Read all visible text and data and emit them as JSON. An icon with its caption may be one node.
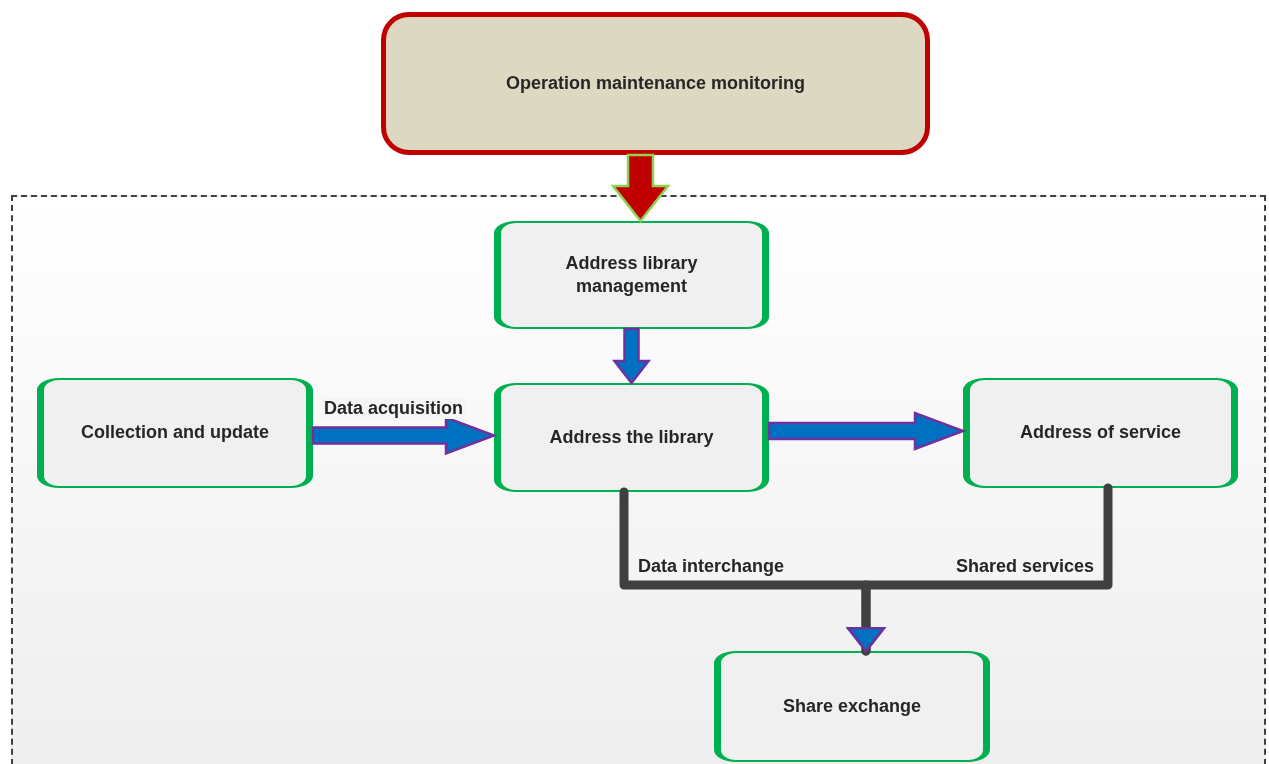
{
  "diagram": {
    "nodes": [
      {
        "text": [
          "Operation maintenance monitoring"
        ]
      },
      {
        "text": [],
        "shape": "box"
      },
      {
        "text": [
          "Address library management"
        ],
        "in": 1
      },
      {
        "text": [
          "Collection and update"
        ],
        "in": 1
      },
      {
        "text": [
          "Address the library"
        ],
        "in": 1
      },
      {
        "text": [
          "Address of service"
        ],
        "in": 1
      },
      {
        "text": [
          "Share exchange"
        ],
        "in": 1
      }
    ],
    "edges": [
      {
        "from": 0,
        "to": 2,
        "arrow": "to",
        "style": "thick",
        "color": "#c00000"
      },
      {
        "from": 2,
        "to": 4,
        "arrow": "to"
      },
      {
        "from": 3,
        "to": 4,
        "arrow": "to",
        "label": "Data acquisition"
      },
      {
        "from": 4,
        "to": 5,
        "arrow": "to"
      },
      {
        "from": 4,
        "to": 6,
        "arrow": "to",
        "label": "Data interchange",
        "color": "#404040"
      },
      {
        "from": 5,
        "to": 6,
        "arrow": "to",
        "label": "Shared services",
        "color": "#404040"
      }
    ]
  }
}
